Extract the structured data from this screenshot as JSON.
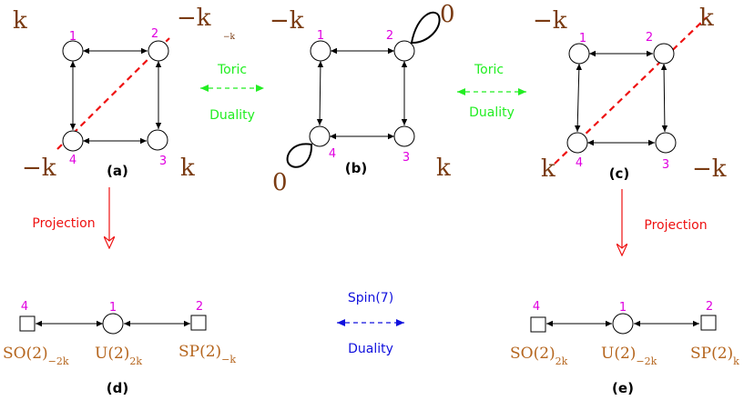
{
  "colors": {
    "brown": "#7a3b12",
    "magenta": "#e000e0",
    "red": "#ee1111",
    "green": "#22ee22",
    "blue": "#1010dd",
    "orange_text": "#b5651d",
    "black": "#000000"
  },
  "quiver_a": {
    "caption": "(a)",
    "levels": {
      "top_left": "k",
      "top_right": "−k",
      "top_right_small": "−k",
      "bottom_left": "−k",
      "bottom_right": "k"
    },
    "node_labels": [
      "1",
      "2",
      "3",
      "4"
    ]
  },
  "quiver_b": {
    "caption": "(b)",
    "levels": {
      "top_left": "−k",
      "top_right": "0",
      "bottom_left": "0",
      "bottom_right": "k"
    },
    "node_labels": [
      "1",
      "2",
      "3",
      "4"
    ]
  },
  "quiver_c": {
    "caption": "(c)",
    "levels": {
      "top_left": "−k",
      "top_right": "k",
      "bottom_left": "k",
      "bottom_right": "−k"
    },
    "node_labels": [
      "1",
      "2",
      "3",
      "4"
    ]
  },
  "toric_duality_left": {
    "line1": "Toric",
    "line2": "Duality",
    "icon": "double-arrow-icon"
  },
  "toric_duality_right": {
    "line1": "Toric",
    "line2": "Duality",
    "icon": "double-arrow-icon"
  },
  "projection_left": {
    "label": "Projection",
    "icon": "down-arrow-icon"
  },
  "projection_right": {
    "label": "Projection",
    "icon": "down-arrow-icon"
  },
  "spin_duality": {
    "line1": "Spin(7)",
    "line2": "Duality",
    "icon": "double-arrow-icon"
  },
  "diagram_d": {
    "caption": "(d)",
    "node_labels": [
      "4",
      "1",
      "2"
    ],
    "group_left": {
      "base": "SO(2)",
      "sub": "−2k"
    },
    "group_mid": {
      "base": "U(2)",
      "sub": "2k"
    },
    "group_right": {
      "base": "SP(2)",
      "sub": "−k"
    }
  },
  "diagram_e": {
    "caption": "(e)",
    "node_labels": [
      "4",
      "1",
      "2"
    ],
    "group_left": {
      "base": "SO(2)",
      "sub": "2k"
    },
    "group_mid": {
      "base": "U(2)",
      "sub": "−2k"
    },
    "group_right": {
      "base": "SP(2)",
      "sub": "k"
    }
  }
}
